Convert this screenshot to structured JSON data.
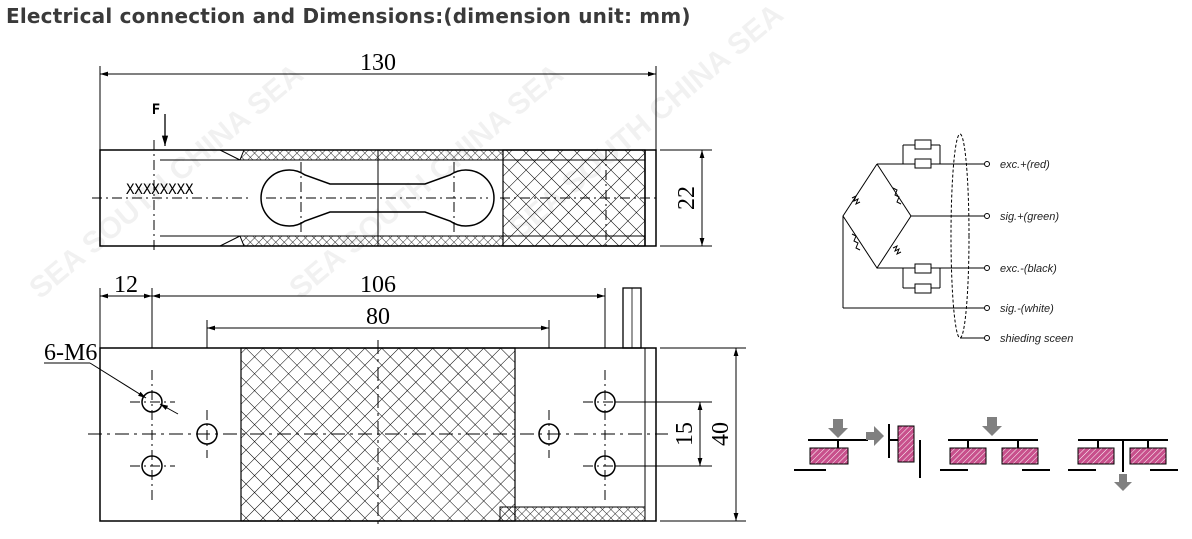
{
  "heading": "Electrical connection and Dimensions:(dimension unit: mm)",
  "watermark": "SEA SOUTH CHINA SEA",
  "top_view": {
    "length": "130",
    "height": "22",
    "force_label": "F",
    "serial_label": "XXXXXXXX"
  },
  "bottom_view": {
    "edge_offset": "12",
    "hole_span": "106",
    "inner_span": "80",
    "hole_spacing": "15",
    "width": "40",
    "thread_label": "6-M6"
  },
  "wiring": {
    "labels": [
      "exc.+(red)",
      "sig.+(green)",
      "exc.-(black)",
      "sig.-(white)",
      "shieding sceen"
    ]
  },
  "colors": {
    "line": "#000000",
    "hatch_fill": "#c8508c",
    "arrow_gray": "#808080"
  }
}
